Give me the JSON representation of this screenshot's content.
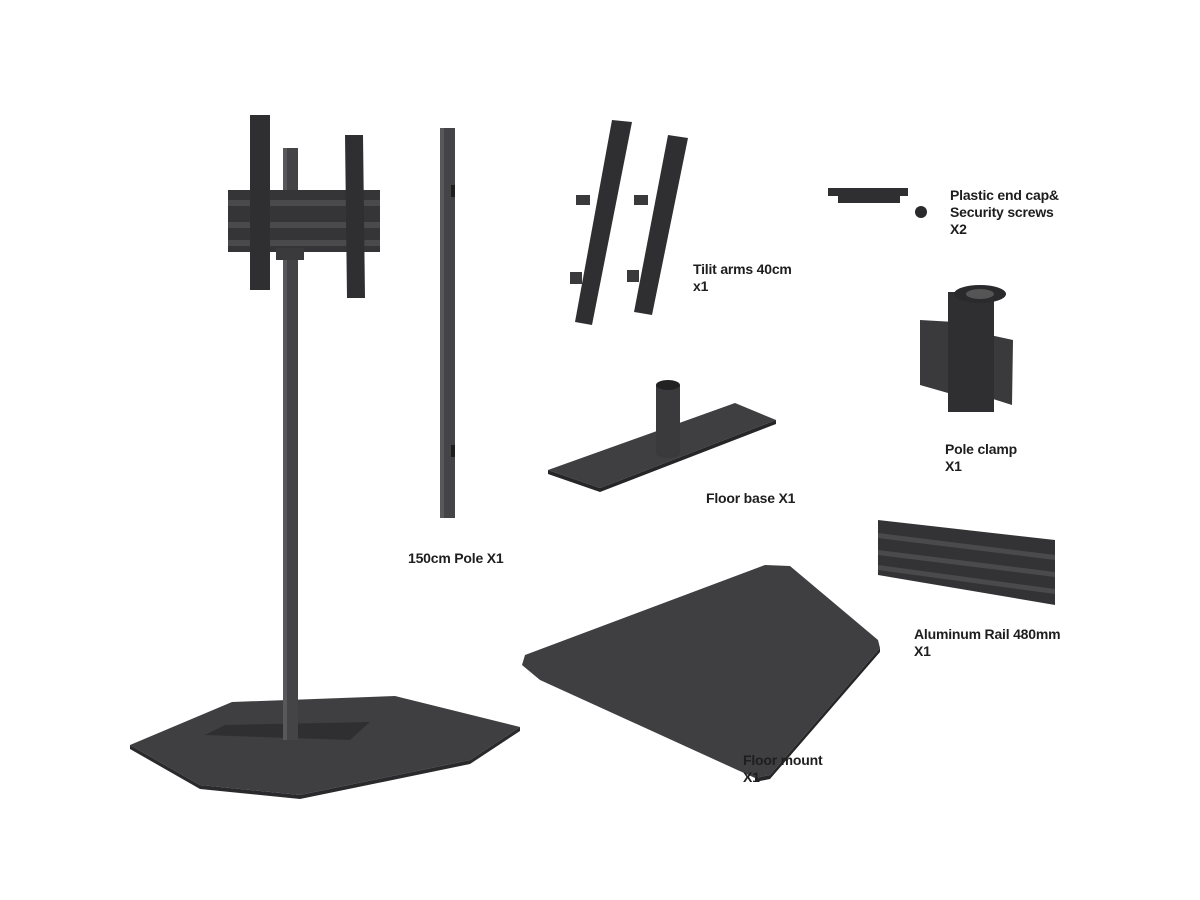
{
  "parts": [
    {
      "name": "pole",
      "lines": [
        "150cm Pole X1"
      ]
    },
    {
      "name": "tilt-arms",
      "lines": [
        "Tilit arms 40cm",
        "x1"
      ]
    },
    {
      "name": "end-cap-screws",
      "lines": [
        "Plastic end cap&",
        "Security screws",
        "X2"
      ]
    },
    {
      "name": "pole-clamp",
      "lines": [
        "Pole clamp",
        "X1"
      ]
    },
    {
      "name": "floor-base",
      "lines": [
        "Floor base X1"
      ]
    },
    {
      "name": "aluminum-rail",
      "lines": [
        "Aluminum Rail 480mm",
        "X1"
      ]
    },
    {
      "name": "floor-mount",
      "lines": [
        "Floor mount",
        "X1"
      ]
    }
  ],
  "colors": {
    "metal": "#3f3f41",
    "metal_dark": "#2a2a2c",
    "metal_light": "#5a5a5d",
    "text": "#1e1e1e"
  }
}
